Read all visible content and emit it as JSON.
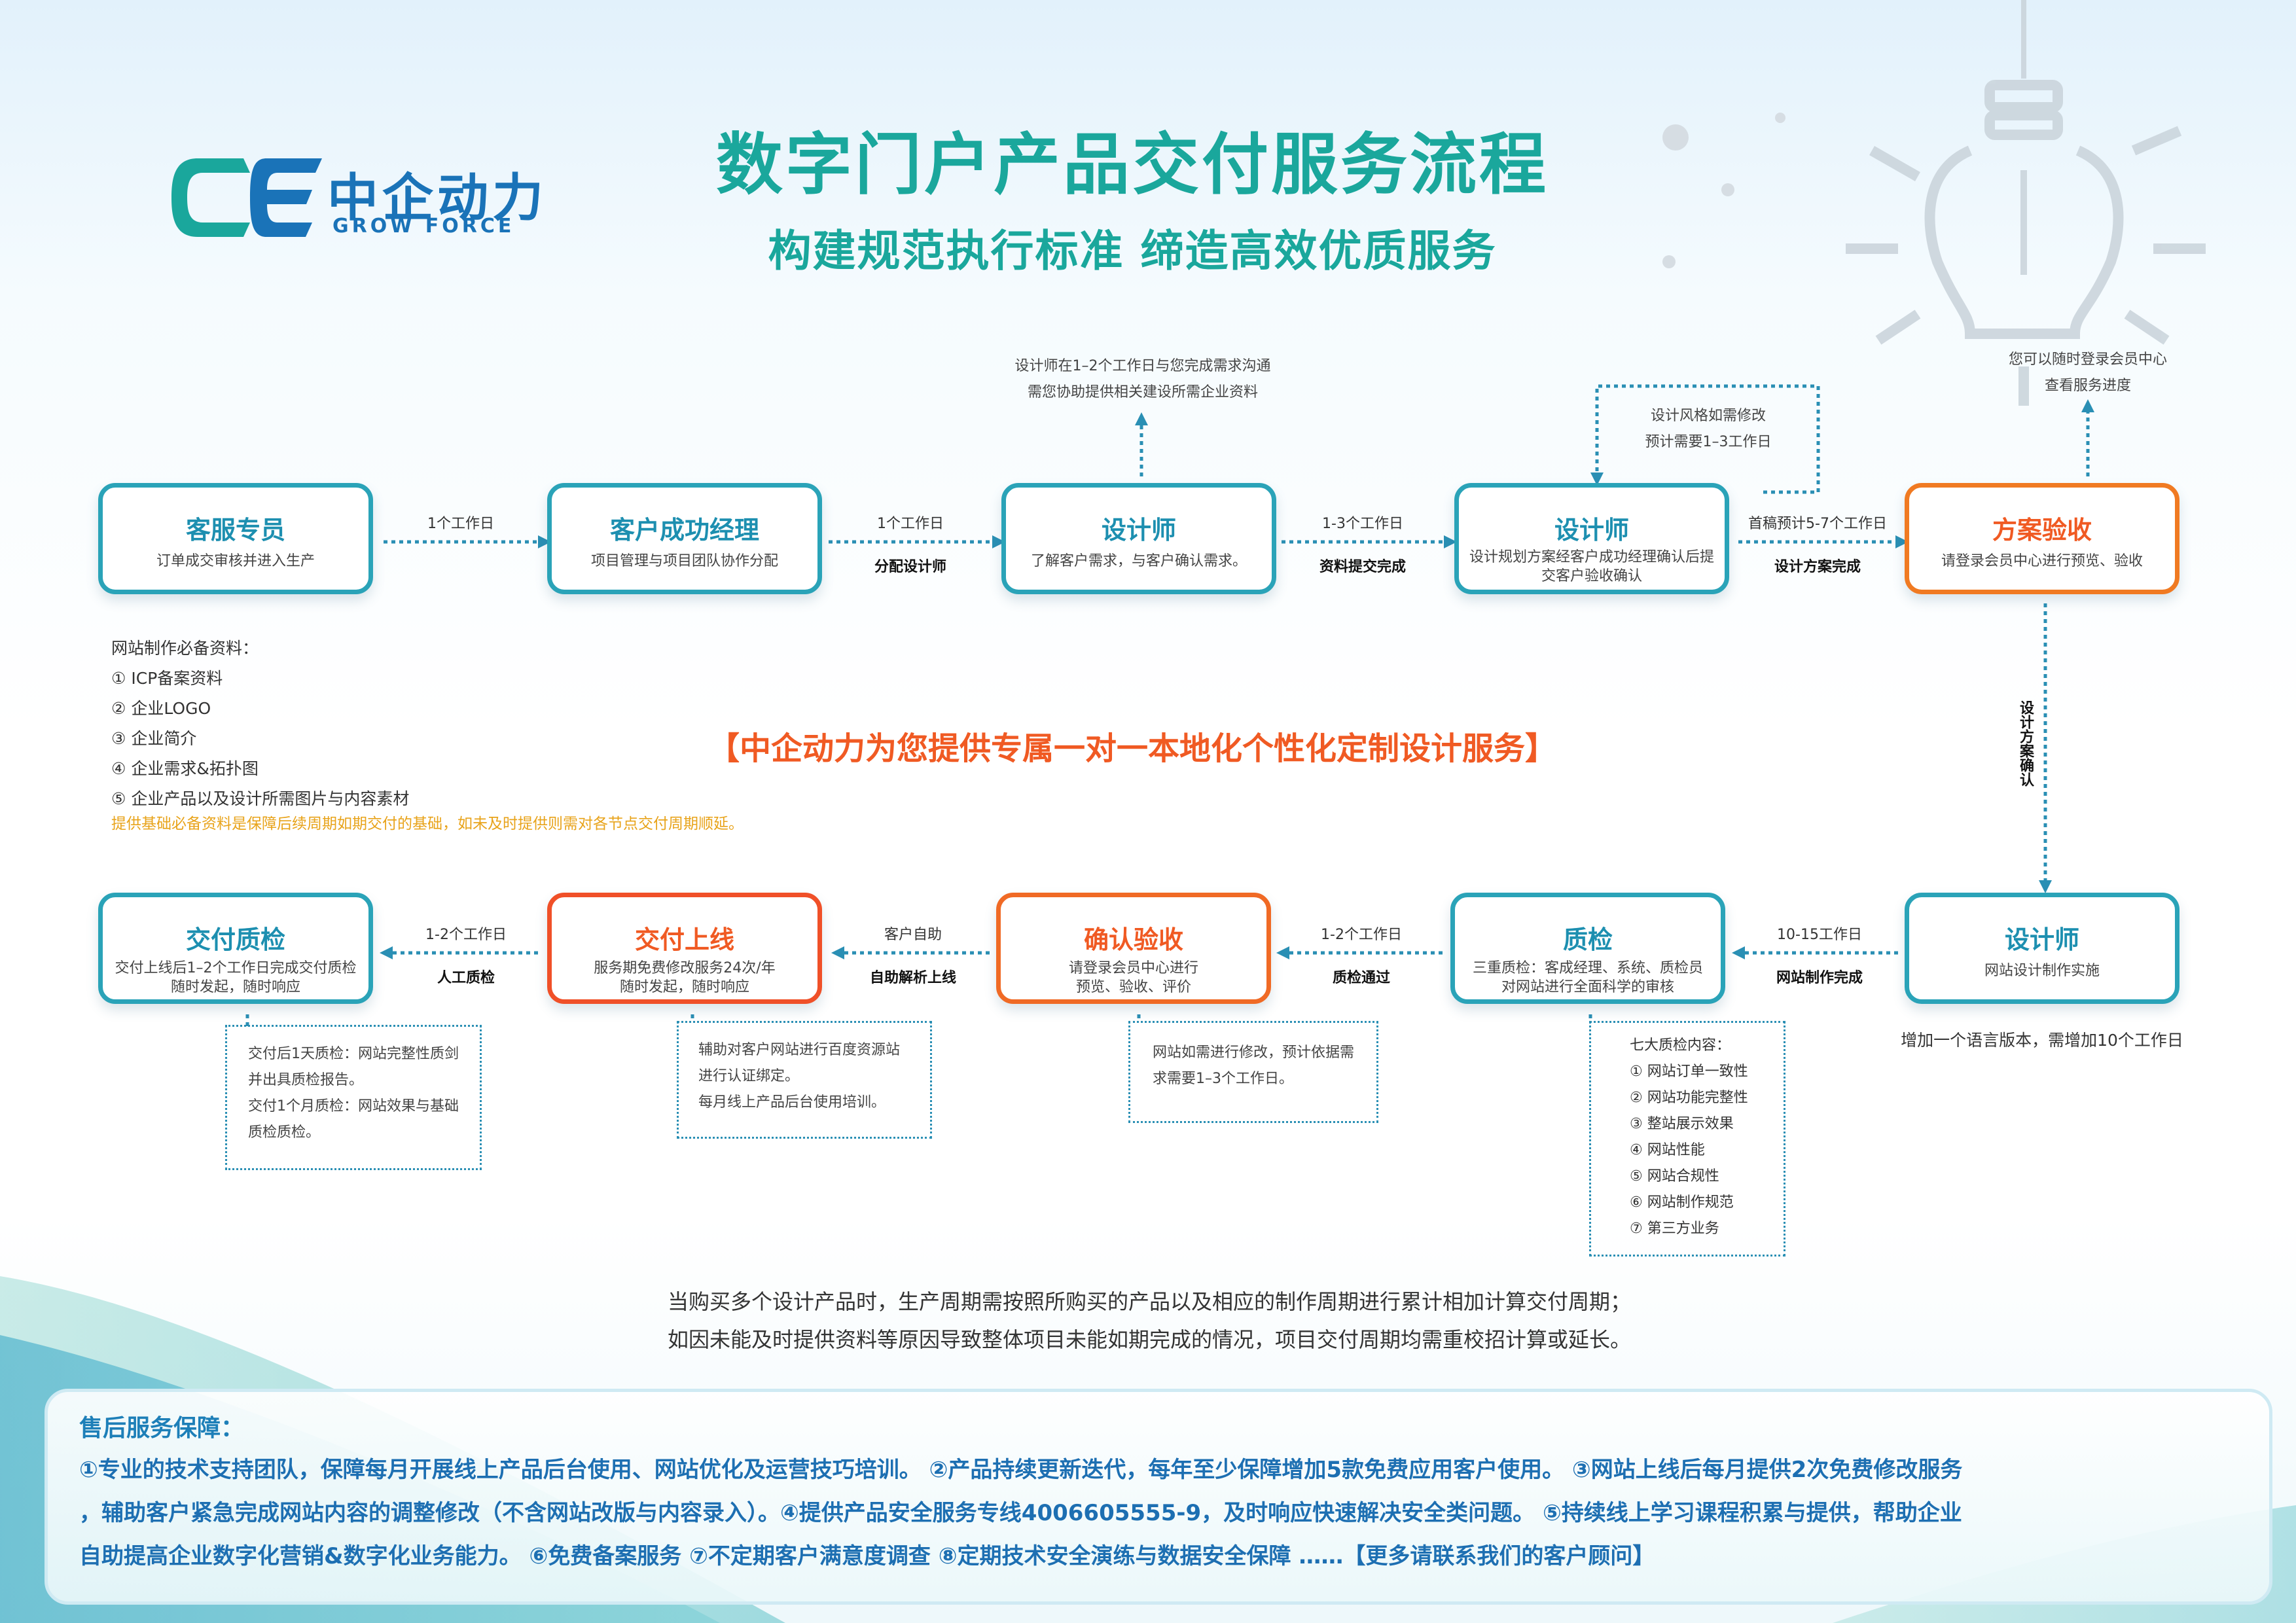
{
  "logo": {
    "cn": "中企动力",
    "en": "GROW FORCE"
  },
  "title": "数字门户产品交付服务流程",
  "subtitle": "构建规范执行标准  缔造高效优质服务",
  "top_row": [
    {
      "title": "客服专员",
      "desc": "订单成交审核并进入生产"
    },
    {
      "title": "客户成功经理",
      "desc": "项目管理与项目团队协作分配"
    },
    {
      "title": "设计师",
      "desc": "了解客户需求，与客户确认需求。"
    },
    {
      "title": "设计师",
      "desc": "设计规划方案经客户成功经理确认后提交客户验收确认"
    },
    {
      "title": "方案验收",
      "desc": "请登录会员中心进行预览、验收"
    }
  ],
  "top_links": [
    {
      "time": "1个工作日",
      "action": ""
    },
    {
      "time": "1个工作日",
      "action": "分配设计师"
    },
    {
      "time": "1-3个工作日",
      "action": "资料提交完成"
    },
    {
      "time": "首稿预计5-7个工作日",
      "action": "设计方案完成"
    }
  ],
  "top_notes": {
    "designer_comm": [
      "设计师在1–2个工作日与您完成需求沟通",
      "需您协助提供相关建设所需企业资料"
    ],
    "revision": [
      "设计风格如需修改",
      "预计需要1–3工作日"
    ],
    "member_center": [
      "您可以随时登录会员中心",
      "查看服务进度"
    ]
  },
  "vertical_label": "设计方案确认",
  "materials": {
    "title": "网站制作必备资料：",
    "items": [
      "① ICP备案资料",
      "② 企业LOGO",
      "③ 企业简介",
      "④ 企业需求&拓扑图",
      "⑤ 企业产品以及设计所需图片与内容素材"
    ],
    "warning": "提供基础必备资料是保障后续周期如期交付的基础，如未及时提供则需对各节点交付周期顺延。"
  },
  "service_slogan": "【中企动力为您提供专属一对一本地化个性化定制设计服务】",
  "bottom_row": [
    {
      "title": "交付质检",
      "desc": "交付上线后1–2个工作日完成交付质检\n随时发起，随时响应"
    },
    {
      "title": "交付上线",
      "desc": "服务期免费修改服务24次/年\n随时发起，随时响应"
    },
    {
      "title": "确认验收",
      "desc": "请登录会员中心进行\n预览、验收、评价"
    },
    {
      "title": "质检",
      "desc": "三重质检：客成经理、系统、质检员\n对网站进行全面科学的审核"
    },
    {
      "title": "设计师",
      "desc": "网站设计制作实施"
    }
  ],
  "bottom_links": [
    {
      "time": "1-2个工作日",
      "action": "人工质检"
    },
    {
      "time": "客户自助",
      "action": "自助解析上线"
    },
    {
      "time": "1-2个工作日",
      "action": "质检通过"
    },
    {
      "time": "10-15工作日",
      "action": "网站制作完成"
    }
  ],
  "bottom_notes": {
    "qc_delivery": [
      "交付后1天质检：网站完整性质剑",
      "并出具质检报告。",
      "交付1个月质检：网站效果与基础",
      "质检质检。"
    ],
    "online": [
      "辅助对客户网站进行百度资源站",
      "进行认证绑定。",
      "每月线上产品后台使用培训。"
    ],
    "acceptance": [
      "网站如需进行修改，预计依据需",
      "求需要1–3个工作日。"
    ],
    "language": "增加一个语言版本，需增加10个工作日"
  },
  "checks": {
    "title": "七大质检内容：",
    "items": [
      "① 网站订单一致性",
      "② 网站功能完整性",
      "③ 整站展示效果",
      "④ 网站性能",
      "⑤ 网站合规性",
      "⑥ 网站制作规范",
      "⑦ 第三方业务"
    ]
  },
  "footnote": [
    "当购买多个设计产品时，生产周期需按照所购买的产品以及相应的制作周期进行累计相加计算交付周期；",
    "如因未能及时提供资料等原因导致整体项目未能如期完成的情况，项目交付周期均需重校招计算或延长。"
  ],
  "after_sales": {
    "title": "售后服务保障：",
    "lines": [
      "①专业的技术支持团队，保障每月开展线上产品后台使用、网站优化及运营技巧培训。 ②产品持续更新迭代，每年至少保障增加5款免费应用客户使用。 ③网站上线后每月提供2次免费修改服务",
      "，辅助客户紧急完成网站内容的调整修改（不含网站改版与内容录入）。④提供产品安全服务专线4006605555-9，及时响应快速解决安全类问题。 ⑤持续线上学习课程积累与提供，帮助企业",
      "自助提高企业数字化营销&数字化业务能力。 ⑥免费备案服务 ⑦不定期客户满意度调查 ⑧定期技术安全演练与数据安全保障    ……【更多请联系我们的客户顾问】"
    ]
  },
  "colors": {
    "teal": "#1aa79c",
    "blue": "#1a73b8",
    "orange": "#f05a23"
  }
}
